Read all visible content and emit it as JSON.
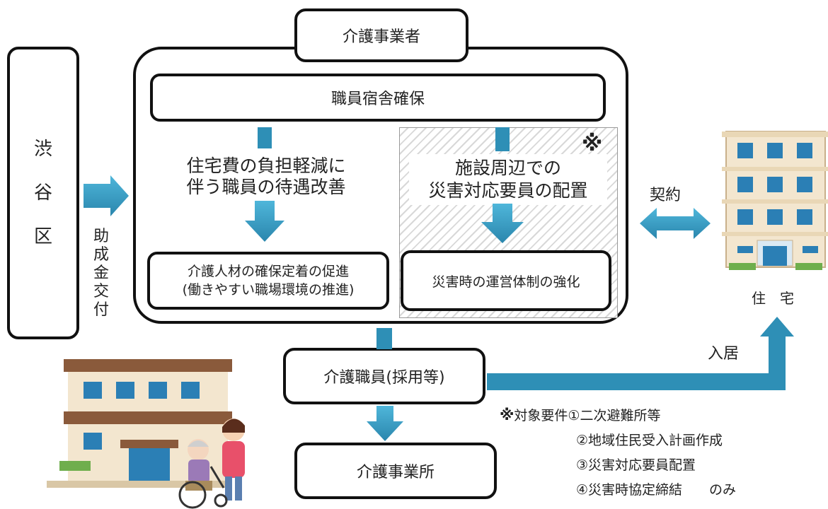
{
  "operator_title": "介護事業者",
  "housing_secure": "職員宿舎確保",
  "left_effect": [
    "住宅費の負担軽減に",
    "伴う職員の待遇改善"
  ],
  "right_effect": [
    "施設周辺での",
    "災害対応要員の配置"
  ],
  "right_mark": "※",
  "left_result": [
    "介護人材の確保定着の促進",
    "(働きやすい職場環境の推進)"
  ],
  "right_result": "災害時の運営体制の強化",
  "ward_chars": [
    "渋",
    "谷",
    "区"
  ],
  "subsidy_chars": [
    "助",
    "成",
    "金",
    "交",
    "付"
  ],
  "contract_label": "契約",
  "housing_label": "住　宅",
  "move_in_label": "入居",
  "staff_box": "介護職員(採用等)",
  "office_box": "介護事業所",
  "requirements": {
    "prefix": "※",
    "lead": "対象要件①二次避難所等",
    "items": [
      "②地域住民受入計画作成",
      "③災害対応要員配置",
      "④災害時協定締結　　のみ"
    ]
  },
  "colors": {
    "arrow": "#2e8fb6",
    "arrow_light": "#3aa6cf",
    "border": "#111111",
    "hatch": "#d4d4d4"
  }
}
